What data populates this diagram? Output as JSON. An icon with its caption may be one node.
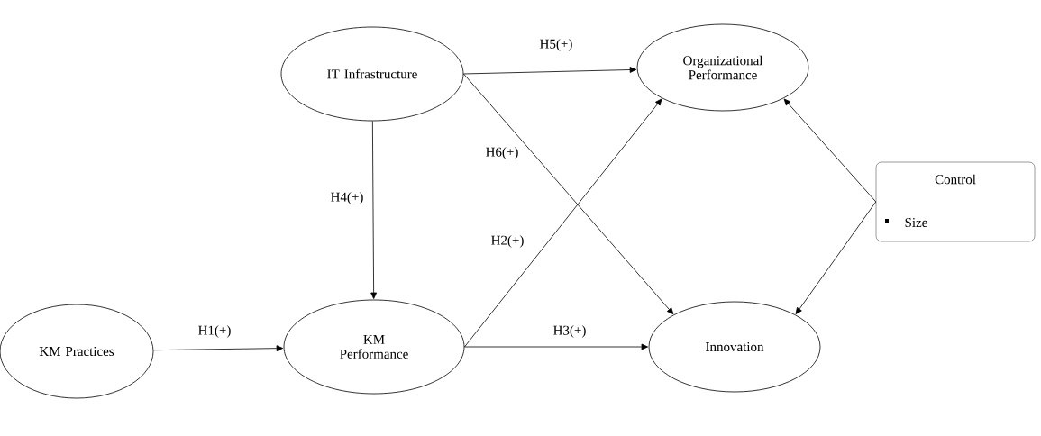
{
  "diagram": {
    "nodes": [
      {
        "text": [
          "IT Infrastructure"
        ]
      },
      {
        "text": [
          "Organizational Performance"
        ]
      },
      {
        "text": [
          "Control",
          "Size"
        ]
      },
      {
        "text": [
          "KM Practices"
        ]
      },
      {
        "text": [
          "KM Performance"
        ]
      },
      {
        "text": [
          "Innovation"
        ]
      }
    ],
    "edges": [
      {
        "from": 0,
        "to": 1,
        "arrow": "to",
        "label": "H5(+)"
      },
      {
        "from": 0,
        "to": 5,
        "arrow": "to",
        "label": "H6(+)"
      },
      {
        "from": 0,
        "to": 4,
        "arrow": "to",
        "label": "H4(+)"
      },
      {
        "from": 4,
        "to": 1,
        "arrow": "to",
        "label": "H2(+)"
      },
      {
        "from": 4,
        "to": 5,
        "arrow": "to",
        "label": "H3(+)"
      },
      {
        "from": 3,
        "to": 4,
        "arrow": "to",
        "label": "H1(+)"
      },
      {
        "from": 2,
        "to": 1,
        "arrow": "to"
      },
      {
        "from": 2,
        "to": 5,
        "arrow": "to"
      }
    ]
  }
}
